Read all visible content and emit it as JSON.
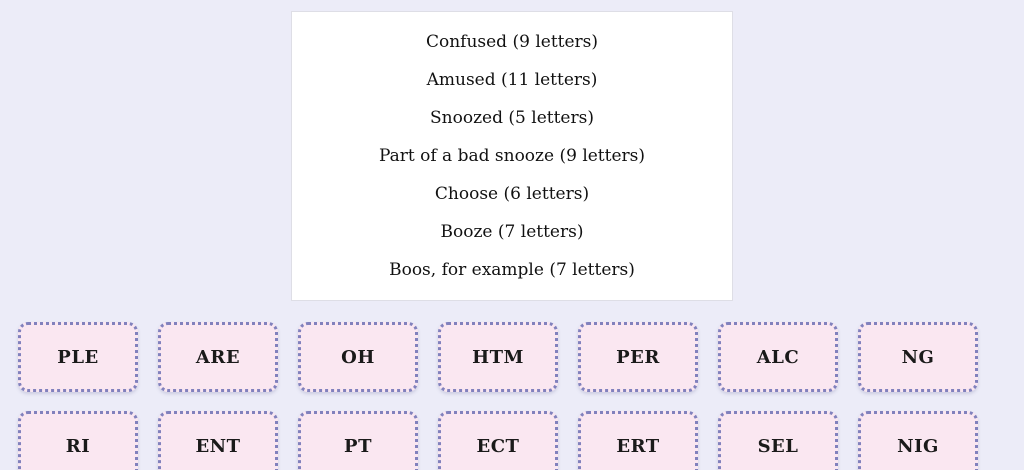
{
  "theme": {
    "page_background": "#ececf8",
    "card_background": "#ffffff",
    "card_border": "#dedee6",
    "tile_background": "#fae7f1",
    "tile_border": "#8181bd",
    "text_color": "#111111"
  },
  "clue_card": {
    "clues": [
      "Confused (9 letters)",
      "Amused (11 letters)",
      "Snoozed (5 letters)",
      "Part of a bad snooze (9 letters)",
      "Choose (6 letters)",
      "Booze (7 letters)",
      "Boos, for example (7 letters)"
    ]
  },
  "tiles": {
    "row1": [
      "PLE",
      "ARE",
      "OH",
      "HTM",
      "PER",
      "ALC",
      "NG"
    ],
    "row2": [
      "RI",
      "ENT",
      "PT",
      "ECT",
      "ERT",
      "SEL",
      "NIG"
    ]
  }
}
